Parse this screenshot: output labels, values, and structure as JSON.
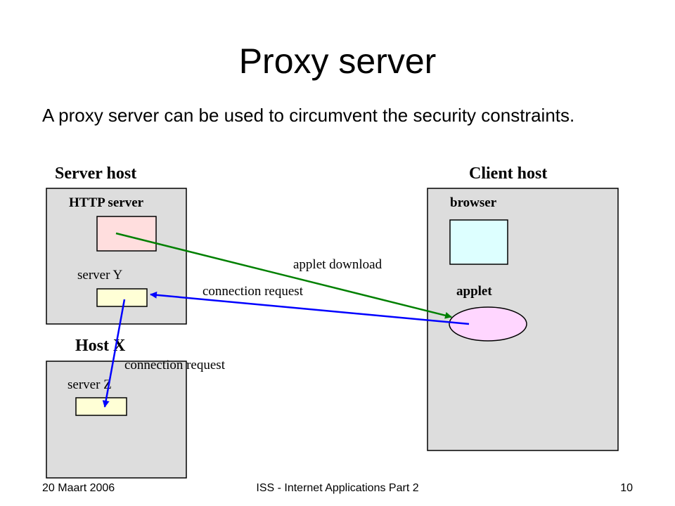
{
  "slide": {
    "title": "Proxy server",
    "bullet": "A proxy server can be used to circumvent the security constraints."
  },
  "diagram": {
    "server_host": {
      "title": "Server host",
      "http_server_label": "HTTP server",
      "server_y_label": "server Y"
    },
    "host_x": {
      "title": "Host X",
      "server_z_label": "server Z"
    },
    "client_host": {
      "title": "Client host",
      "browser_label": "browser",
      "applet_label": "applet"
    },
    "arrows": {
      "applet_download": "applet download",
      "connection_request_1": "connection request",
      "connection_request_2": "connection request"
    },
    "colors": {
      "host_box": "#dddddd",
      "http_server_box": "#ffdede",
      "server_box": "#ffffd6",
      "browser_box": "#ddffff",
      "applet_ellipse": "#ffd6ff",
      "download_arrow": "#008000",
      "request_arrow": "#0000ff"
    }
  },
  "footer": {
    "date": "20 Maart 2006",
    "course": "ISS - Internet Applications Part 2",
    "page": "10"
  }
}
